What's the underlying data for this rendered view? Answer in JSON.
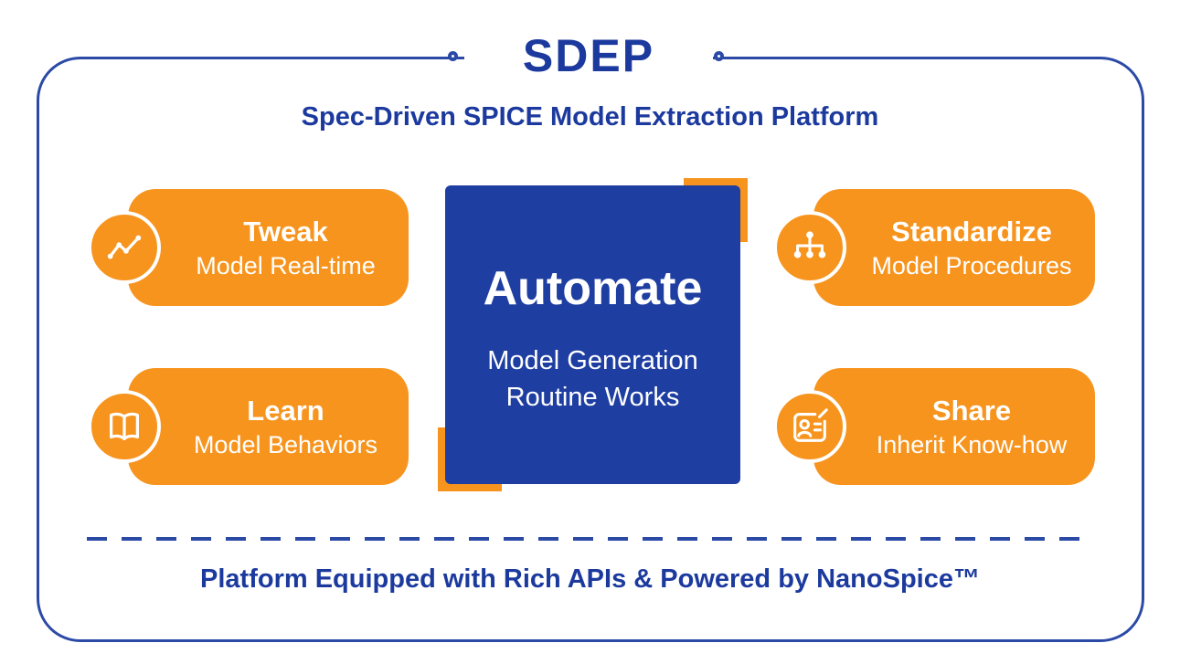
{
  "header": {
    "title": "SDEP",
    "subtitle": "Spec-Driven SPICE Model Extraction Platform"
  },
  "center": {
    "title": "Automate",
    "line1": "Model Generation",
    "line2": "Routine Works"
  },
  "cards": [
    {
      "id": "tweak",
      "title": "Tweak",
      "subtitle": "Model Real-time",
      "icon": "line-chart-icon"
    },
    {
      "id": "learn",
      "title": "Learn",
      "subtitle": "Model Behaviors",
      "icon": "open-book-icon"
    },
    {
      "id": "standardize",
      "title": "Standardize",
      "subtitle": "Model Procedures",
      "icon": "hierarchy-icon"
    },
    {
      "id": "share",
      "title": "Share",
      "subtitle": "Inherit Know-how",
      "icon": "person-note-icon"
    }
  ],
  "footer": {
    "text": "Platform Equipped with Rich APIs & Powered by NanoSpice™"
  },
  "colors": {
    "orange": "#f7941e",
    "card_blue": "#1e3ea1",
    "text_blue": "#1c3a9e",
    "border_blue": "#2b4aa6",
    "background": "#ffffff"
  }
}
